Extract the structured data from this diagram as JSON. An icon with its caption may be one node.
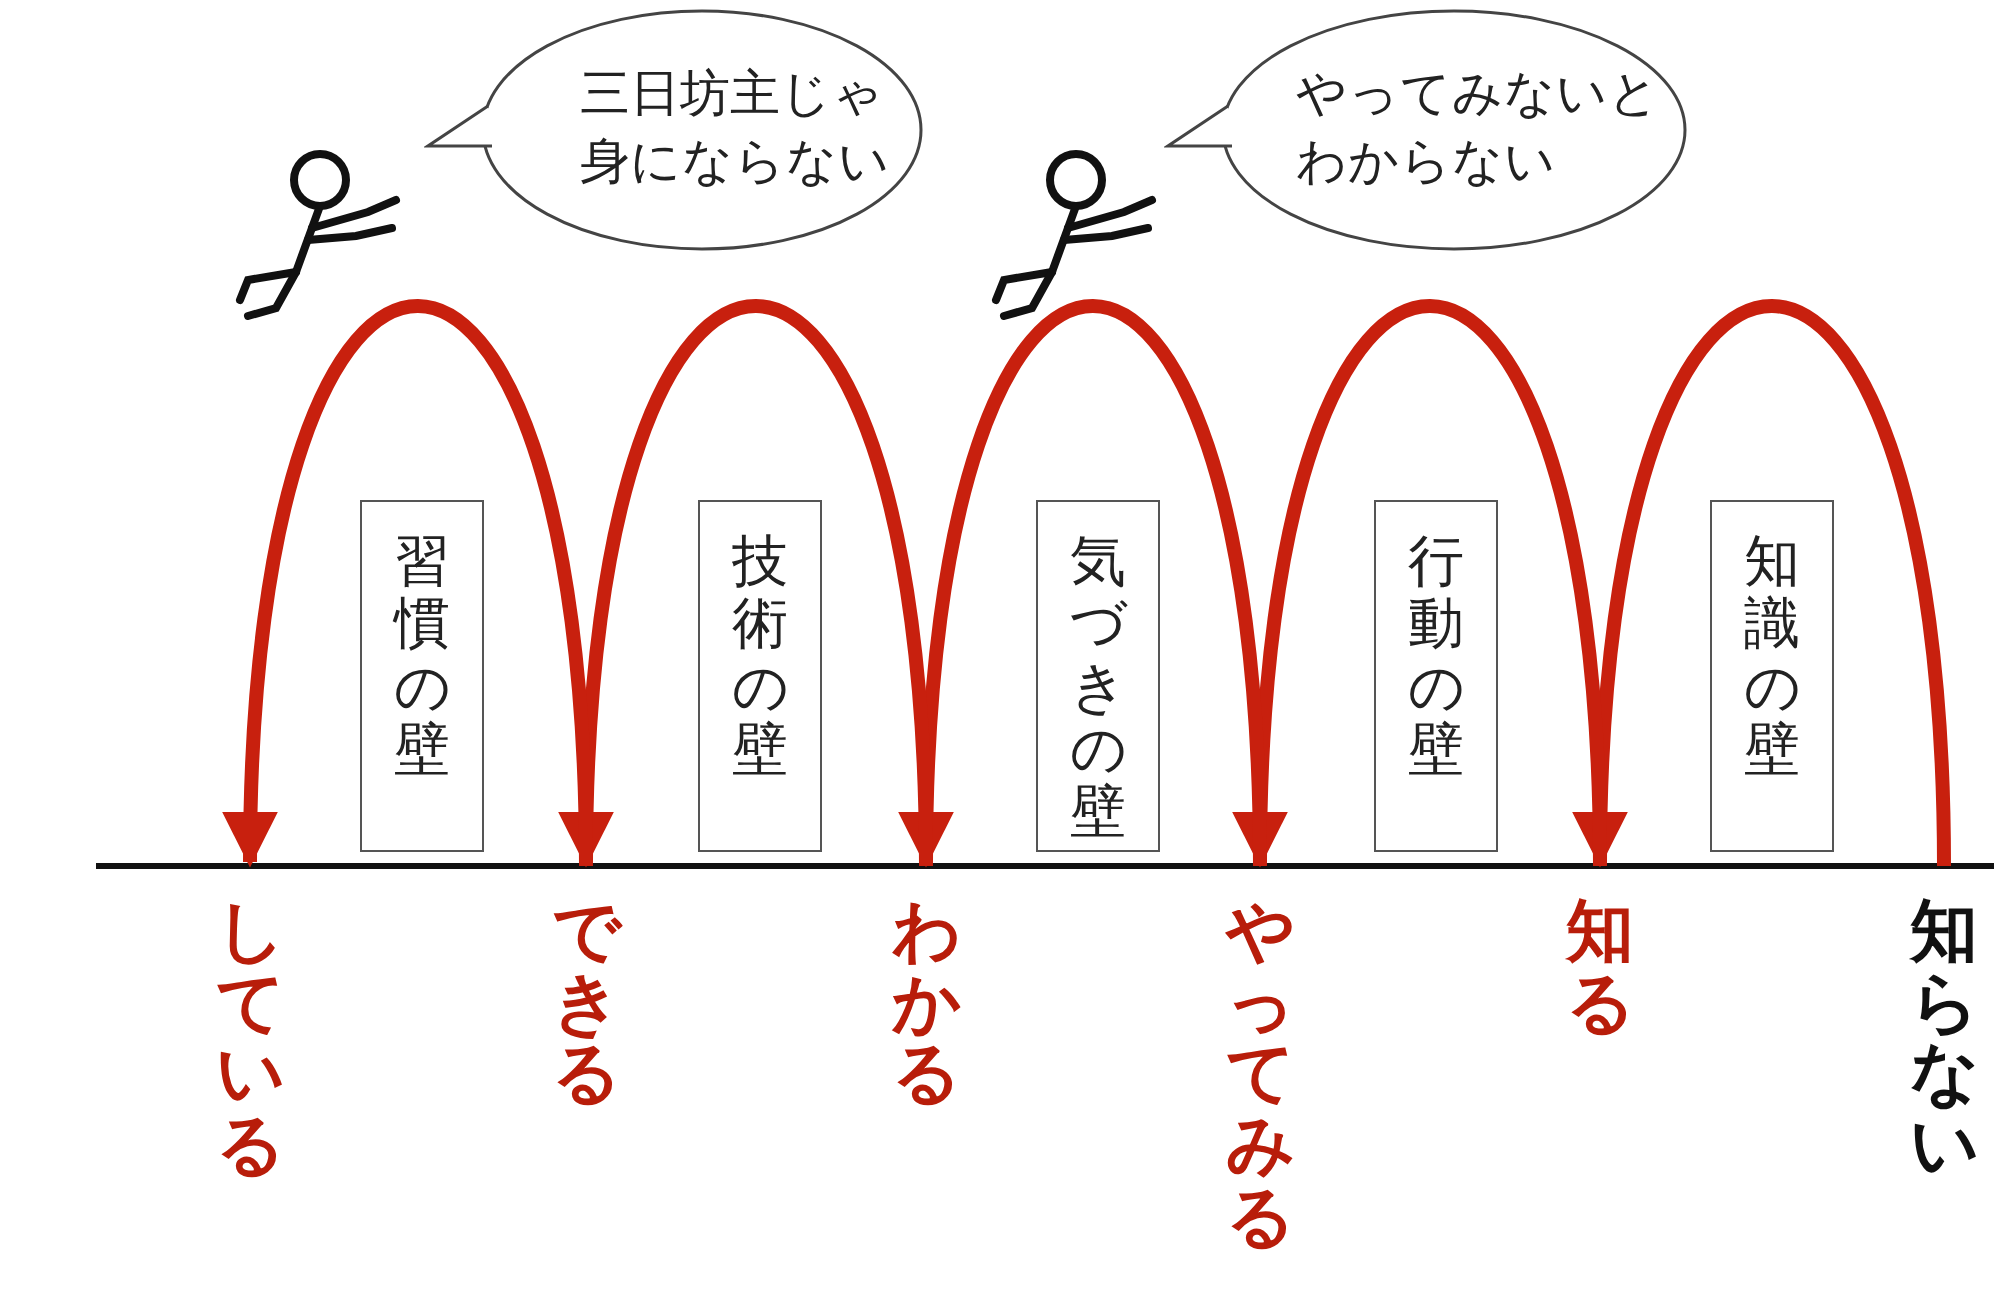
{
  "diagram": {
    "nodes": [
      {
        "text": [
          "三日坊主じゃ身にならない"
        ]
      },
      {
        "text": [
          "やってみないとわからない"
        ]
      },
      {
        "text": [
          "習慣の壁"
        ]
      },
      {
        "text": [
          "技術の壁"
        ]
      },
      {
        "text": [
          "気づきの壁"
        ]
      },
      {
        "text": [
          "行動の壁"
        ]
      },
      {
        "text": [
          "知識の壁"
        ]
      },
      {
        "text": [
          "している"
        ]
      },
      {
        "text": [
          "できる"
        ]
      },
      {
        "text": [
          "わかる"
        ]
      },
      {
        "text": [
          "やってみる"
        ]
      },
      {
        "text": [
          "知る"
        ]
      },
      {
        "text": [
          "知らない"
        ]
      }
    ],
    "edges": [
      {
        "from": 12,
        "to": 11,
        "arrow": "to"
      },
      {
        "from": 11,
        "to": 10,
        "arrow": "to"
      },
      {
        "from": 10,
        "to": 9,
        "arrow": "to"
      },
      {
        "from": 9,
        "to": 8,
        "arrow": "to"
      },
      {
        "from": 8,
        "to": 7,
        "arrow": "to"
      }
    ]
  }
}
